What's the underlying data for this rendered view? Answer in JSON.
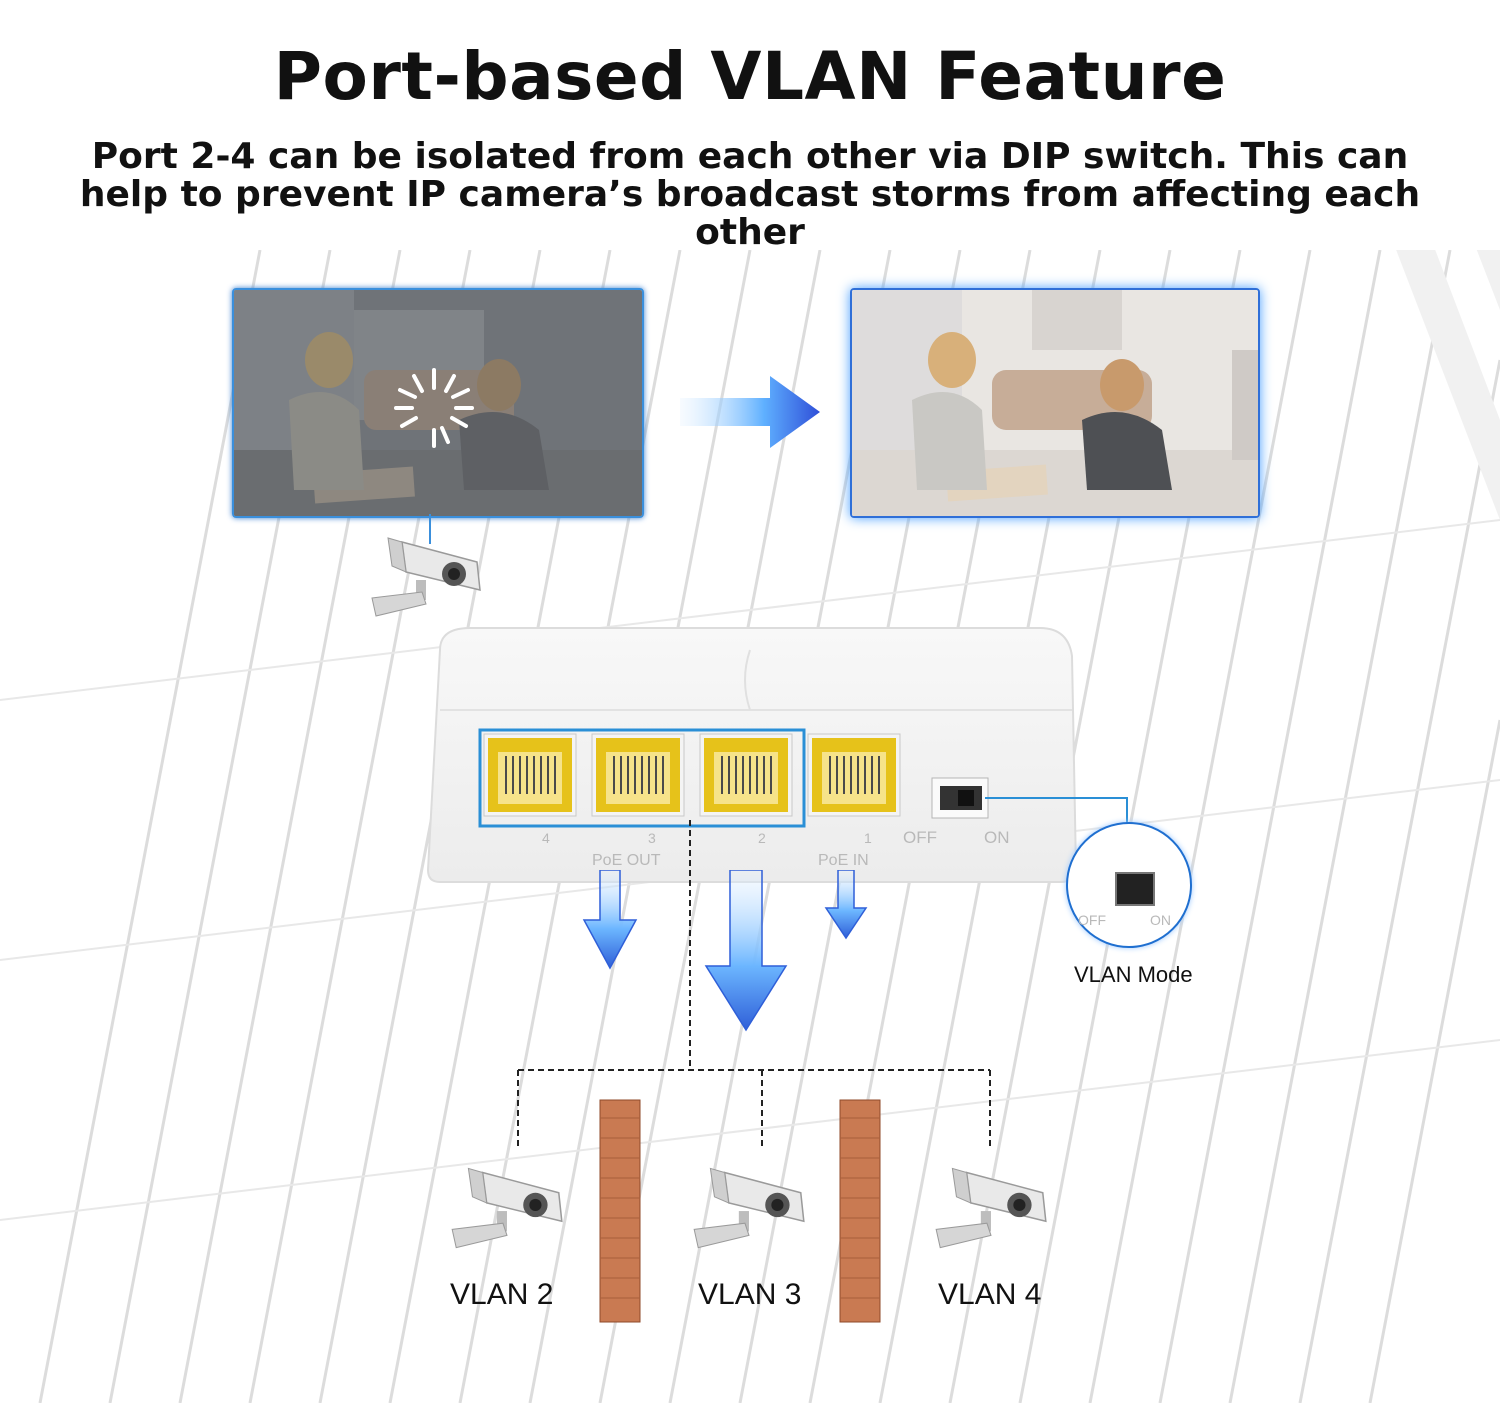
{
  "header": {
    "title": "Port-based VLAN Feature",
    "subtitle_line1": "Port 2-4 can be isolated from each other via DIP switch. This can",
    "subtitle_line2": "help to prevent IP camera’s broadcast storms from affecting each other"
  },
  "device": {
    "port_numbers": [
      "4",
      "3",
      "2",
      "1"
    ],
    "poe_out_label": "PoE  OUT",
    "poe_in_label": "PoE  IN",
    "switch_off": "OFF",
    "switch_on": "ON"
  },
  "vlan_mode": {
    "label": "VLAN Mode",
    "off": "OFF",
    "on": "ON"
  },
  "cameras": [
    {
      "label": "VLAN 2"
    },
    {
      "label": "VLAN 3"
    },
    {
      "label": "VLAN 4"
    }
  ],
  "colors": {
    "port_yellow": "#e6c21a",
    "highlight_blue": "#2a8fd6",
    "arrow_blue": "#2f6fe0",
    "brick": "#c97a52"
  }
}
